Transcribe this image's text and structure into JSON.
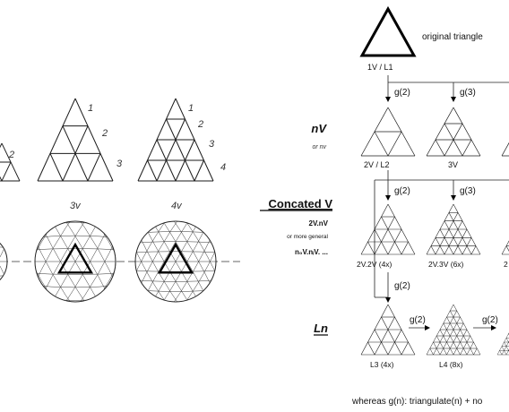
{
  "labels": {
    "original_triangle": "original triangle",
    "v1_l1": "1V / L1",
    "g2": "g(2)",
    "g3": "g(3)",
    "nV": "nV",
    "or_nv": "or nv",
    "v2_l2": "2V / L2",
    "v3": "3V",
    "concated_v": "Concated V",
    "v2_nv": "2V.nV",
    "or_more_general": "or more general",
    "general_formula": "n₀V.nᵢV. ...",
    "v2_v2": "2V.2V (4x)",
    "v2_v3": "2V.3V (6x)",
    "partial_2": "2",
    "ln": "Ln",
    "l3": "L3 (4x)",
    "l4": "L4 (8x)",
    "footnote": "whereas g(n): triangulate(n) + no",
    "label_3v": "3v",
    "label_4v": "4v",
    "num_1a": "1",
    "num_2a": "2",
    "num_3a": "3",
    "num_1b": "1",
    "num_2b": "2",
    "num_3b": "3",
    "num_4b": "4",
    "num_2_left": "2"
  }
}
